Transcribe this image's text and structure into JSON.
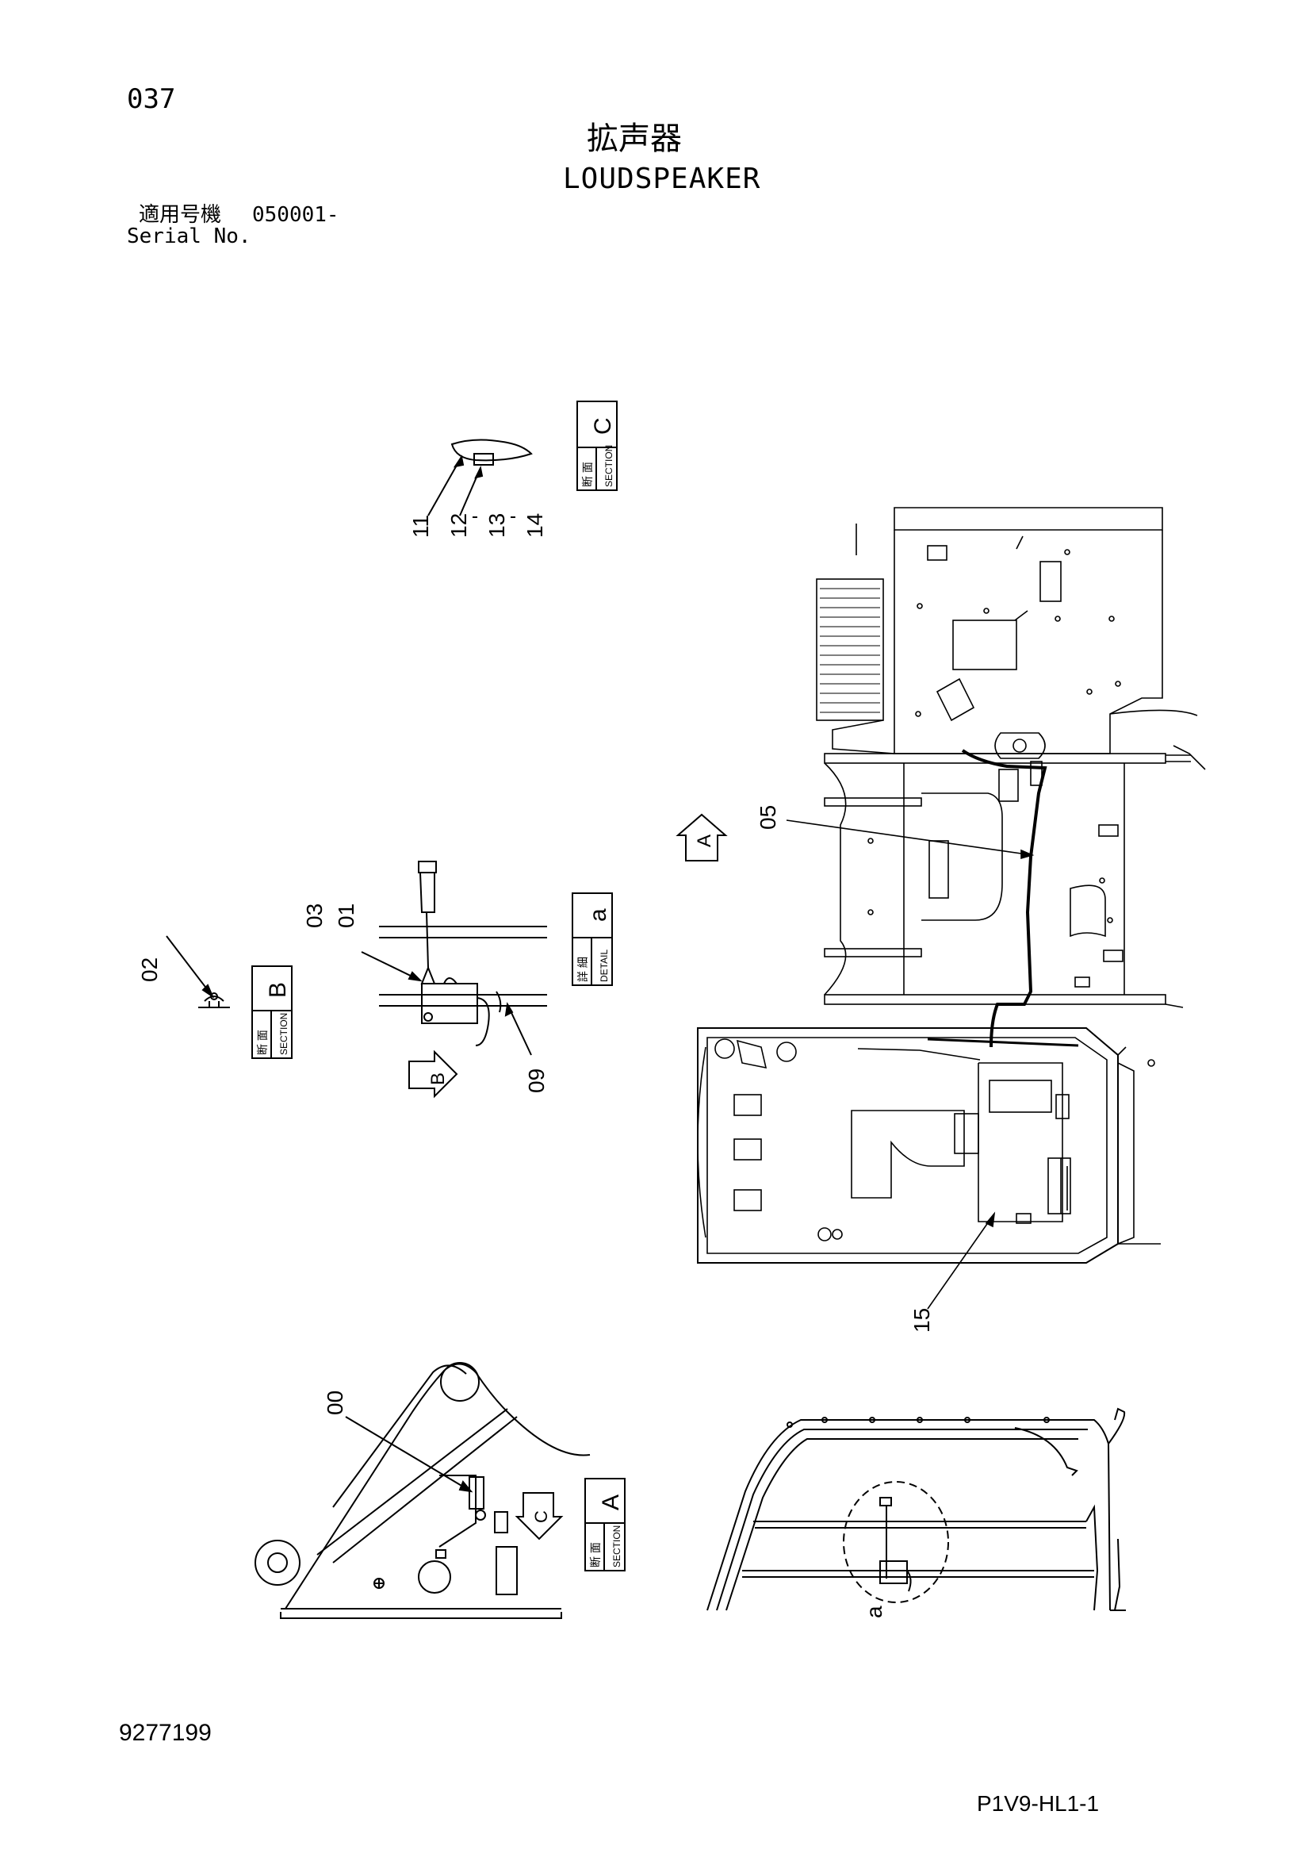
{
  "header": {
    "page_number": "037",
    "title_ja": "拡声器",
    "title_en": "LOUDSPEAKER",
    "serial_label_ja": "適用号機",
    "serial_value": "050001-",
    "serial_label_en": "Serial No."
  },
  "footer": {
    "doc_number": "9277199",
    "sheet_code": "P1V9-HL1-1"
  },
  "views": {
    "section_label_ja": "断 面",
    "section_label_en": "SECTION",
    "detail_label_ja": "詳 細",
    "detail_label_en": "DETAIL",
    "section_c": "C",
    "section_b": "B",
    "section_a": "A",
    "detail_a": "a",
    "arrow_a": "A",
    "arrow_b": "B",
    "arrow_c": "C"
  },
  "callouts": {
    "p00": "00",
    "p01": "01",
    "p02": "02",
    "p03": "03",
    "p05": "05",
    "p09": "09",
    "p11": "11",
    "p12": "12",
    "p13": "13",
    "p14": "14",
    "p15": "15",
    "detail_a": "a"
  }
}
